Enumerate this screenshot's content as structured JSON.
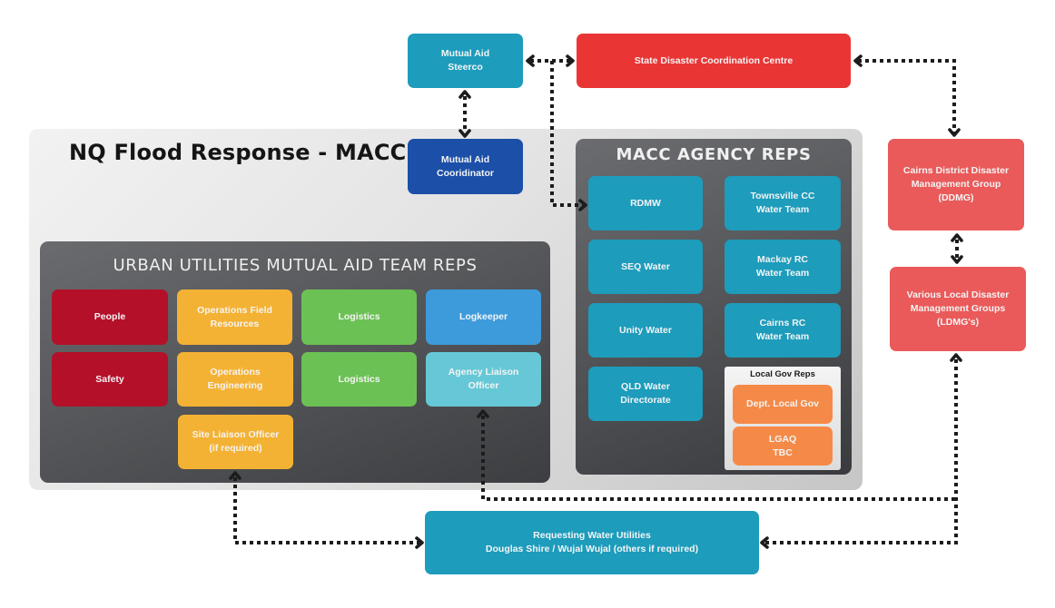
{
  "top": {
    "steerco": "Mutual Aid\nSteerco",
    "sdcc": "State Disaster Coordination Centre",
    "coordinator": "Mutual Aid\nCooridinator"
  },
  "macc": {
    "title": "NQ Flood Response - MACC"
  },
  "urban_utilities": {
    "title": "URBAN UTILITIES MUTUAL AID TEAM REPS",
    "roles": [
      {
        "label": "People",
        "color": "#b5102a"
      },
      {
        "label": "Operations Field\nResources",
        "color": "#f4b234"
      },
      {
        "label": "Logistics",
        "color": "#6cc155"
      },
      {
        "label": "Logkeeper",
        "color": "#3d9bdc"
      },
      {
        "label": "Safety",
        "color": "#b5102a"
      },
      {
        "label": "Operations\nEngineering",
        "color": "#f4b234"
      },
      {
        "label": "Logistics",
        "color": "#6cc155"
      },
      {
        "label": "Agency Liaison\nOfficer",
        "color": "#66c8d6"
      },
      {
        "label": "Site Liaison Officer\n(if required)",
        "color": "#f4b234"
      }
    ]
  },
  "agency_reps": {
    "title": "MACC AGENCY REPS",
    "items": [
      "RDMW",
      "Townsville CC\nWater Team",
      "SEQ Water",
      "Mackay RC\nWater Team",
      "Unity Water",
      "Cairns RC\nWater Team",
      "QLD Water\nDirectorate"
    ],
    "local_gov": {
      "title": "Local Gov Reps",
      "items": [
        "Dept. Local Gov",
        "LGAQ\nTBC"
      ]
    }
  },
  "right": {
    "ddmg": "Cairns District Disaster\nManagement Group\n(DDMG)",
    "ldmg": "Various Local Disaster\nManagement Groups\n(LDMG's)"
  },
  "bottom": {
    "requesting": "Requesting Water Utilities\nDouglas Shire / Wujal Wujal (others if required)"
  },
  "colors": {
    "teal": "#1d9cbc",
    "red": "#ea3535",
    "navy": "#1b4fa8",
    "salmon": "#ea5a5a",
    "orange": "#f58a48",
    "connector": "#1c1c1c"
  }
}
